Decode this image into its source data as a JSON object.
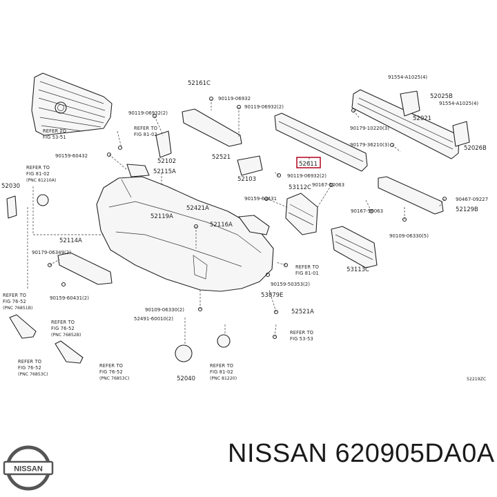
{
  "brand": "NISSAN",
  "part_number": "620905DA0A",
  "footer_title": "NISSAN 620905DA0A",
  "diagram_code": "52219ZC",
  "highlighted_label": "52611",
  "labels": {
    "l91554a": "91554-A1025(4)",
    "l52025b": "52025B",
    "l91554b": "91554-A1025(4)",
    "l52021": "52021",
    "l90179a": "90179-10220(3)",
    "l90179b": "90179-36210(3)",
    "l52026b": "52026B",
    "l52161c": "52161C",
    "l90119a": "90119-06932",
    "l90119b": "90119-06932(2)",
    "l90119c": "90119-06932(2)",
    "l52521": "52521",
    "l52102": "52102",
    "l90159a": "90159-60432",
    "l52115a": "52115A",
    "l52103": "52103",
    "l90119d": "90119-06932(2)",
    "l52030": "52030",
    "l53112c": "53112C",
    "l90167a": "90167-50063",
    "l90159b": "90159-60431",
    "l52421a": "52421A",
    "l52119a": "52119A",
    "l52116a": "52116A",
    "l90467": "90467-09227",
    "l52129b": "52129B",
    "l90167b": "90167-50063",
    "l90109a": "90109-06330(5)",
    "l52114a": "52114A",
    "l90179c": "90179-06349(2)",
    "l53113c": "53113C",
    "l90159c": "90159-60431(2)",
    "l90159d": "90159-50353(2)",
    "l53879e": "53879E",
    "l90109b": "90109-06330(2)",
    "l52491": "52491-60010(2)",
    "l52521a": "52521A",
    "l52040": "52040"
  },
  "refs": {
    "r1": {
      "a": "REFER TO",
      "b": "FIG 53-51"
    },
    "r2": {
      "a": "REFER TO",
      "b": "FIG 81-02"
    },
    "r3": {
      "a": "REFER TO",
      "b": "FIG 81-02",
      "c": "(PNC 81210A)"
    },
    "r4": {
      "a": "REFER TO",
      "b": "FIG 81-01"
    },
    "r5": {
      "a": "REFER TO",
      "b": "FIG 76-52",
      "c": "(PNC 76851B)"
    },
    "r6": {
      "a": "REFER TO",
      "b": "FIG 76-52",
      "c": "(PNC 76852B)"
    },
    "r7": {
      "a": "REFER TO",
      "b": "FIG 53-53"
    },
    "r8": {
      "a": "REFER TO",
      "b": "FIG 76-52",
      "c": "(PNC 76853C)"
    },
    "r9": {
      "a": "REFER TO",
      "b": "FIG 76-52",
      "c": "(PNC 76853C)"
    },
    "r10": {
      "a": "REFER TO",
      "b": "FIG 81-02",
      "c": "(PNC 81220)"
    }
  }
}
